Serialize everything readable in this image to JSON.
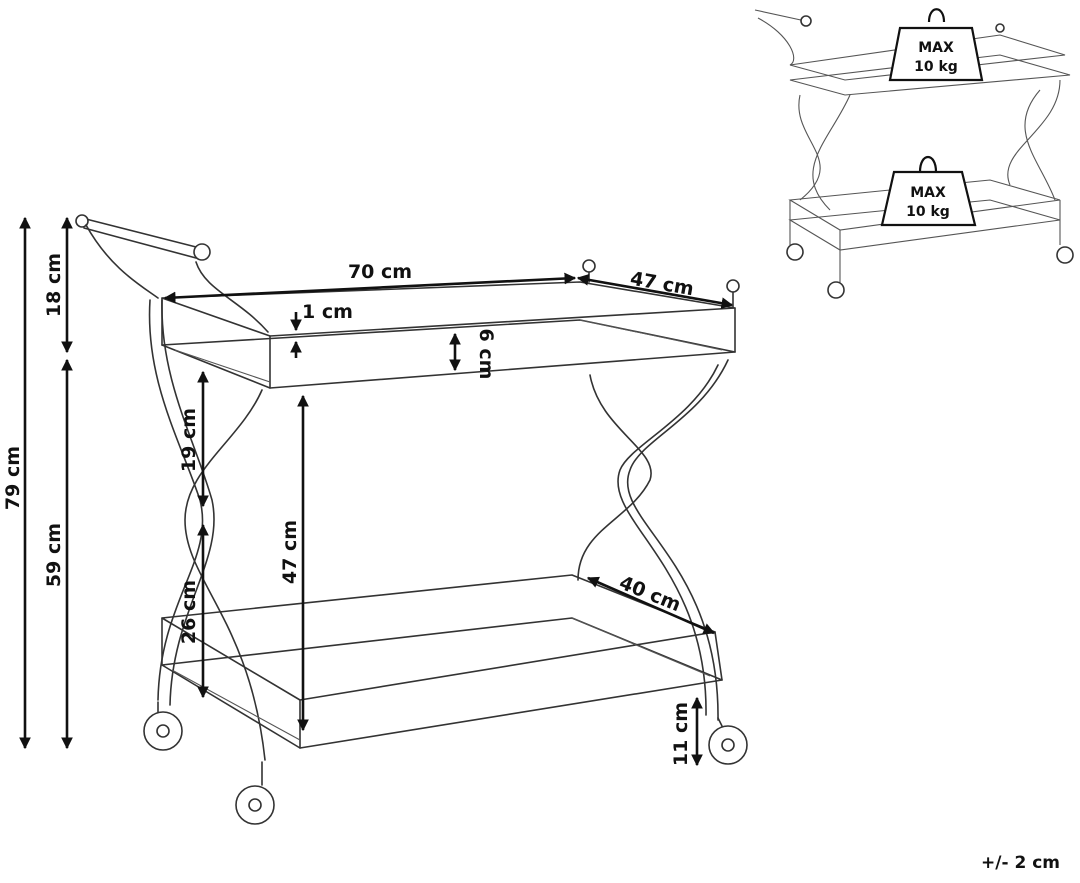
{
  "dimensions": {
    "total_height": "79 cm",
    "handle_height": "18 cm",
    "top_shelf_height": "59 cm",
    "width": "70 cm",
    "depth": "47 cm",
    "rim_thickness": "1 cm",
    "rim_height": "6 cm",
    "upper_leg": "19 cm",
    "shelf_spacing": "47 cm",
    "lower_leg": "26 cm",
    "bottom_shelf_depth": "40 cm",
    "ground_clearance": "11 cm"
  },
  "capacity": {
    "top_label": "MAX",
    "top_value": "10 kg",
    "bottom_label": "MAX",
    "bottom_value": "10 kg"
  },
  "tolerance": "+/- 2 cm",
  "colors": {
    "line": "#333333",
    "text": "#111111",
    "background": "#ffffff"
  }
}
